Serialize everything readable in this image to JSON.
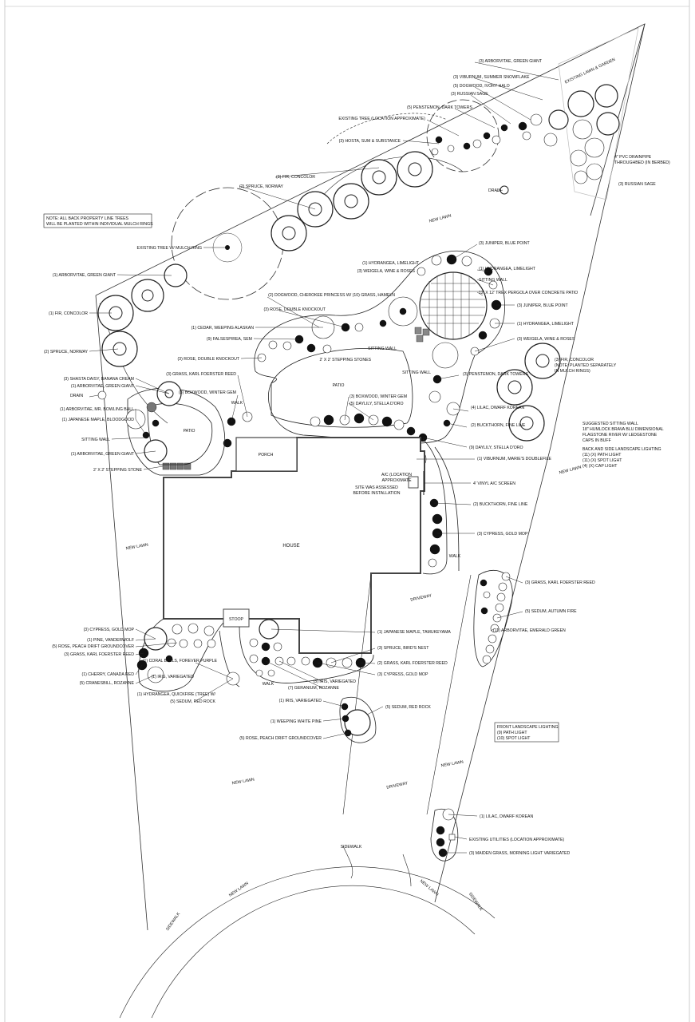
{
  "notes": {
    "back_trees": [
      "NOTE: ALL BACK PROPERTY LINE TREES",
      "WILL BE PLANTED WITHIN INDIVIDUAL MULCH RINGS"
    ],
    "sitting_wall": [
      "SUGGESTED SITTING WALL",
      "18\" HUMLOCK BRAVA BLU DIMENSIONAL",
      "FLAGSTONE RIVER W/ LEDGESTONE",
      "CAPS IN BUFF"
    ],
    "back_lighting": [
      "BACK AND SIDE LANDSCAPE LIGHTING",
      "(11) (X) PATH LIGHT",
      "(11) (X) SPOT LIGHT",
      "(4) (X) CAP LIGHT"
    ],
    "front_lighting": [
      "FRONT LANDSCAPE LIGHTING",
      "(9) PATH LIGHT",
      "(10) SPOT LIGHT"
    ],
    "drainpipe": [
      "4\" PVC DRAINPIPE",
      "THROUGHBED (IN BERBED)"
    ],
    "concolor_note": [
      "(3) FIR, CONCOLOR",
      "(NOTE: PLANTED SEPARATELY",
      "IN MULCH RINGS)"
    ]
  },
  "areas": {
    "house": "HOUSE",
    "porch": "PORCH",
    "stoop": "STOOP",
    "patio_main": "PATIO",
    "patio_left": "PATIO",
    "walk": "WALK",
    "driveway": "DRIVEWAY",
    "sidewalk": "SIDEWALK",
    "new_lawn": "NEW LAWN",
    "drain": "DRAIN",
    "existing_lawn": "EXISTING LAWN & GARDEN",
    "russian_sage_grey": "(3) RUSSIAN SAGE",
    "ac_note": [
      "A/C (LOCATION",
      "APPROXIMATE",
      "SITE WAS ASSESSED",
      "BEFORE INSTALLATION"
    ]
  },
  "labels_right": [
    "(3) ARBORVITAE, GREEN GIANT",
    "(3) VIBURNUM, SUMMER SNOWFLAKE",
    "(5) DOGWOOD, IVORY HALO",
    "(3) RUSSIAN SAGE",
    "(5) PENSTEMON, DARK TOWERS",
    "(3) JUNIPER, BLUE POINT",
    "(1) HYDRANGEA, LIMELIGHT",
    "SITTING WALL",
    "12' X 12' TREX PERGOLA OVER CONCRETE PATIO",
    "(3) JUNIPER, BLUE POINT",
    "(1) HYDRANGEA, LIMELIGHT",
    "(3) WEIGELA, WINE & ROSES",
    "(3) PENSTEMON, DARK TOWERS",
    "(4) LILAC, DWARF KOREAN",
    "(2) BUCKTHORN, FINE LINE",
    "(9) DAYLILY, STELLA D'ORO",
    "(1) VIBURNUM, MARIE'S DOUBLEFILE",
    "4' VINYL A/C SCREEN",
    "(2) BUCKTHORN, FINE LINE",
    "(3) CYPRESS, GOLD MOP",
    "(3) GRASS, KARL FOERSTER REED",
    "(5) SEDUM, AUTUMN FIRE",
    "(11) ARBORVITAE, EMERALD GREEN",
    "(1) JAPANESE MAPLE, TAMUKEYAMA",
    "(3) SPRUCE, BIRD'S NEST",
    "(2) GRASS, KARL FOERSTER REED",
    "(3) CYPRESS, GOLD MOP",
    "(5) SEDUM, RED ROCK",
    "(1) LILAC, DWARF KOREAN",
    "EXISTING UTILITIES (LOCATION APPROXIMATE)",
    "(3) MAIDEN GRASS, MORNING LIGHT VARIEGATED",
    "(3) BOXWOOD, WINTER GEM",
    "(5) DAYLILY, STELLA D'ORO"
  ],
  "labels_left": [
    "EXISTING TREE (LOCATION APPROXIMATE)",
    "(3) HOSTA, SUM & SUBSTANCE",
    "(3) FIR, CONCOLOR",
    "(2) SPRUCE, NORWAY",
    "EXISTING TREE W/ MULCH RING",
    "(1) ARBORVITAE, GREEN GIANT",
    "(1) FIR, CONCOLOR",
    "(2) SPRUCE, NORWAY",
    "(1) HYDRANGEA, LIMELIGHT",
    "(3) WEIGELA, WINE & ROSES",
    "(2) DOGWOOD, CHEROKEE PRINCESS W/ (10) GRASS, HAMELN",
    "(3) ROSE, DOUBLE KNOCKOUT",
    "(1) CEDAR, WEEPING ALASKAN",
    "(9) FALSESPIREA, SEM",
    "(3) ROSE, DOUBLE KNOCKOUT",
    "(3) GRASS, KARL FOERSTER REED",
    "(3) BOXWOOD, WINTER GEM",
    "(3) SHASTA DAISY, BANANA CREAM",
    "(1) ARBORVITAE, GREEN GIANT",
    "(1) ARBORVITAE, MR. BOWLING BALL",
    "(1) JAPANESE MAPLE, BLOODGOOD",
    "SITTING WALL",
    "(1) ARBORVITAE, GREEN GIANT",
    "2' X 2' STEPPING STONE",
    "2' X 2' STEPPING STONES",
    "SITTING WALL",
    "SITTING WALL",
    "(3) CYPRESS, GOLD MOP",
    "(1) PINE, VANDERWOLF",
    "(5) ROSE, PEACH DRIFT GROUNDCOVER",
    "(3) GRASS, KARL FOERSTER REED",
    "(1) CHERRY, CANADA RED",
    "(5) CRANESBILL, ROZANNE",
    "(1) CORAL BELLS, FOREVER PURPLE",
    "(1) IRIS, VARIEGATED",
    "(1) HYDRANGEA, QUICKFIRE (TREE) W/",
    "(5) SEDUM, RED ROCK",
    "(3) IRIS, VARIEGATED",
    "(1) IRIS, VARIEGATED",
    "(7) GERANIUM, ROZANNE",
    "(1) WEEPING WHITE PINE",
    "(5) ROSE, PEACH DRIFT GROUNDCOVER"
  ],
  "icons": {
    "evergreen": "evergreen-tree-symbol",
    "deciduous": "deciduous-tree-symbol",
    "shrub": "shrub-symbol"
  }
}
